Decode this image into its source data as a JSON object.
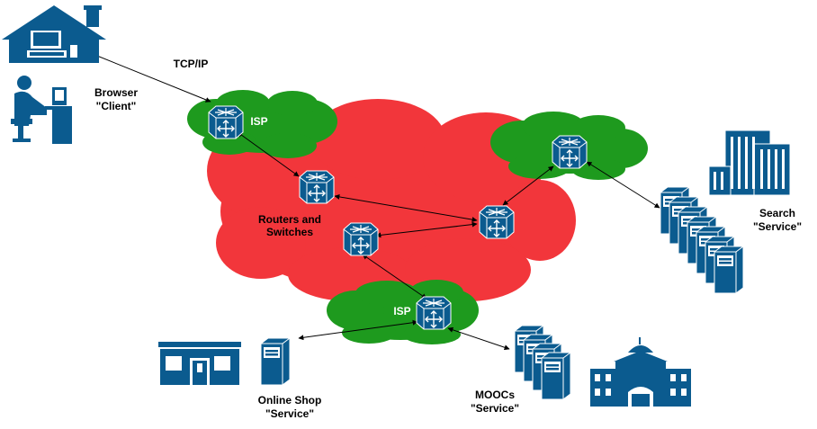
{
  "colors": {
    "internet_cloud": "#f2363b",
    "isp_cloud": "#1e9a1e",
    "icon_blue": "#0b5b8f",
    "icon_light": "#ffffff",
    "link_line": "#000000"
  },
  "labels": {
    "tcp_ip": "TCP/IP",
    "browser_line1": "Browser",
    "browser_line2": "\"Client\"",
    "isp_top": "ISP",
    "isp_bottom": "ISP",
    "routers_line1": "Routers and",
    "routers_line2": "Switches",
    "search_line1": "Search",
    "search_line2": "\"Service\"",
    "shop_line1": "Online Shop",
    "shop_line2": "\"Service\"",
    "moocs_line1": "MOOCs",
    "moocs_line2": "\"Service\""
  },
  "icons": [
    "house-computer-icon",
    "person-at-desk-icon",
    "router-switch-icon",
    "office-building-icon",
    "server-stack-icon",
    "storefront-icon",
    "server-icon",
    "university-building-icon"
  ]
}
